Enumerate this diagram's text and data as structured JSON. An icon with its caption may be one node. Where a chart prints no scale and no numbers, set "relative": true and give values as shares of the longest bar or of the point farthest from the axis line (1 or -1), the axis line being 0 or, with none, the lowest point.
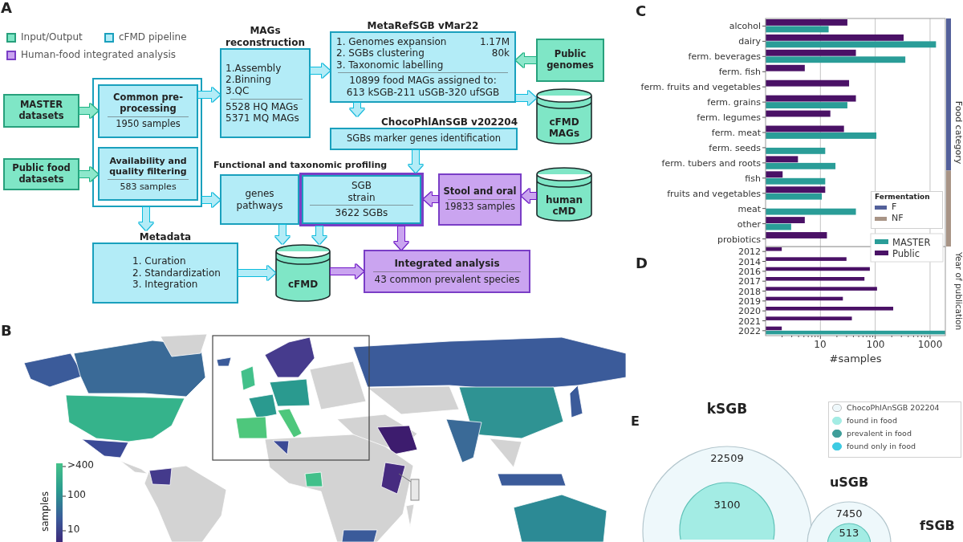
{
  "diagram": {
    "nodes": [
      {
        "text": [
          "MASTER datasets"
        ]
      },
      {
        "text": [],
        "shape": "box"
      },
      {
        "text": [
          "Common pre-processing",
          "1950 samples"
        ],
        "in": 1
      },
      {
        "text": [
          "Availability and quality filtering",
          "583 samples"
        ],
        "in": 1
      },
      {
        "text": [
          "Public food datasets"
        ]
      },
      {
        "text": [
          "MAGs reconstruction",
          "1.Assembly",
          "2.Binning",
          "3.QC",
          "5528 HQ MAGs",
          "5371 MQ MAGs"
        ]
      },
      {
        "text": [
          "MetaRefSGB vMar22",
          "1. Genomes expansion",
          "1.17M",
          "2. SGBs clustering",
          "80k",
          "3. Taxonomic labelling",
          "10899 food MAGs assigned to: 613 kSGB-211 uSGB-320 ufSGB"
        ]
      },
      {
        "text": [
          "Public genomes"
        ]
      },
      {
        "text": [
          "cFMD MAGs"
        ]
      },
      {
        "text": [
          "ChocoPhlAnSGB v202204",
          "SGBs marker genes identification"
        ]
      },
      {
        "text": [
          "genes",
          "pathways"
        ]
      },
      {
        "text": [
          "SGB",
          "strain",
          "3622 SGBs"
        ]
      },
      {
        "text": [
          "Stool and oral",
          "19833 samples"
        ]
      },
      {
        "text": [
          "human cMD"
        ]
      },
      {
        "text": [
          "Metadata",
          "1. Curation",
          "2. Standardization",
          "3. Integration"
        ]
      },
      {
        "text": [
          "cFMD"
        ]
      },
      {
        "text": [
          "Integrated analysis",
          "43 common prevalent species"
        ]
      },
      {
        "text": [
          "kSGB",
          "22509"
        ]
      },
      {
        "text": [
          "3100"
        ],
        "in": 17
      },
      {
        "text": [
          "uSGB",
          "7450"
        ]
      },
      {
        "text": [
          "513"
        ],
        "in": 19
      }
    ],
    "edges": [
      {
        "from": 0,
        "to": 2,
        "arrow": "to",
        "color": "#8de8cc"
      },
      {
        "from": 4,
        "to": 3,
        "arrow": "to",
        "color": "#8de8cc"
      },
      {
        "from": 2,
        "to": 5,
        "arrow": "to"
      },
      {
        "from": 5,
        "to": 6,
        "arrow": "to"
      },
      {
        "from": 7,
        "to": 6,
        "arrow": "to",
        "color": "#8de8cc"
      },
      {
        "from": 6,
        "to": 8,
        "arrow": "to"
      },
      {
        "from": 6,
        "to": 9,
        "arrow": "to"
      },
      {
        "from": 9,
        "to": 11,
        "arrow": "to"
      },
      {
        "from": 1,
        "to": 10,
        "arrow": "to"
      },
      {
        "from": 1,
        "to": 14,
        "arrow": "to"
      },
      {
        "from": 13,
        "to": 12,
        "arrow": "to",
        "color": "#caa4f0"
      },
      {
        "from": 12,
        "to": 11,
        "arrow": "to",
        "color": "#caa4f0"
      },
      {
        "from": 10,
        "to": 15,
        "arrow": "to"
      },
      {
        "from": 11,
        "to": 15,
        "arrow": "to"
      },
      {
        "from": 11,
        "to": 16,
        "arrow": "to",
        "color": "#caa4f0"
      },
      {
        "from": 14,
        "to": 15,
        "arrow": "to"
      },
      {
        "from": 15,
        "to": 16,
        "arrow": "to",
        "color": "#caa4f0"
      }
    ],
    "labels": [
      "A",
      "Functional and taxonomic profiling",
      "B",
      ">400",
      "100",
      "10",
      "samples",
      "C",
      "Fermentation",
      "D",
      "10",
      "100",
      "1000",
      "E",
      "fSGB"
    ],
    "legend": [
      {
        "text": "Input/Output",
        "color": "#7fe6c6"
      },
      {
        "text": "cFMD pipeline",
        "color": "#b3ecf7"
      },
      {
        "text": "Human-food integrated analysis",
        "color": "#caa4f0"
      },
      {
        "text": "F",
        "color": "#53609a"
      },
      {
        "text": "NF",
        "color": "#a89486"
      },
      {
        "text": "ChocoPhlAnSGB 202204",
        "color": "#eef8fb"
      },
      {
        "text": "found in food",
        "color": "#a3ece4"
      },
      {
        "text": "prevalent in food",
        "color": "#3f9e9a"
      },
      {
        "text": "found only in food",
        "color": "#3dcbe3"
      }
    ],
    "chart_data": [
      {
        "type": "bar",
        "orientation": "horizontal",
        "ylabel": "Food category",
        "relative": true,
        "legend": "lower right",
        "categories": [
          "alcohol",
          "dairy",
          "ferm. beverages",
          "ferm. fish",
          "ferm. fruits and vegetables",
          "ferm. grains",
          "ferm. legumes",
          "ferm. meat",
          "ferm. seeds",
          "ferm. tubers and roots",
          "fish",
          "fruits and vegetables",
          "meat",
          "other",
          "probiotics"
        ],
        "series": [
          {
            "name": "MASTER",
            "color": "#2a9d98",
            "values": [
              0.37,
              1.0,
              0.82,
              null,
              null,
              0.48,
              null,
              0.65,
              0.35,
              0.41,
              0.35,
              0.33,
              0.53,
              0.15,
              null
            ]
          },
          {
            "name": "Public",
            "color": "#4a1166",
            "values": [
              0.48,
              0.81,
              0.53,
              0.23,
              0.49,
              0.53,
              0.38,
              0.46,
              null,
              0.19,
              0.1,
              0.35,
              null,
              0.23,
              0.36
            ]
          }
        ]
      },
      {
        "type": "bar",
        "orientation": "horizontal",
        "xlabel": "#samples",
        "ylabel": "Year of publication",
        "relative": true,
        "categories": [
          "2012",
          "2014",
          "2016",
          "2017",
          "2018",
          "2019",
          "2020",
          "2021",
          "2022"
        ],
        "series": [
          {
            "color": "#2a9d98",
            "values": [
              null,
              null,
              null,
              null,
              null,
              null,
              null,
              null,
              1.0
            ]
          },
          {
            "color": "#4a1166",
            "values": [
              0.09,
              0.45,
              0.58,
              0.55,
              0.62,
              0.43,
              0.71,
              0.48,
              0.09
            ]
          }
        ]
      }
    ]
  }
}
